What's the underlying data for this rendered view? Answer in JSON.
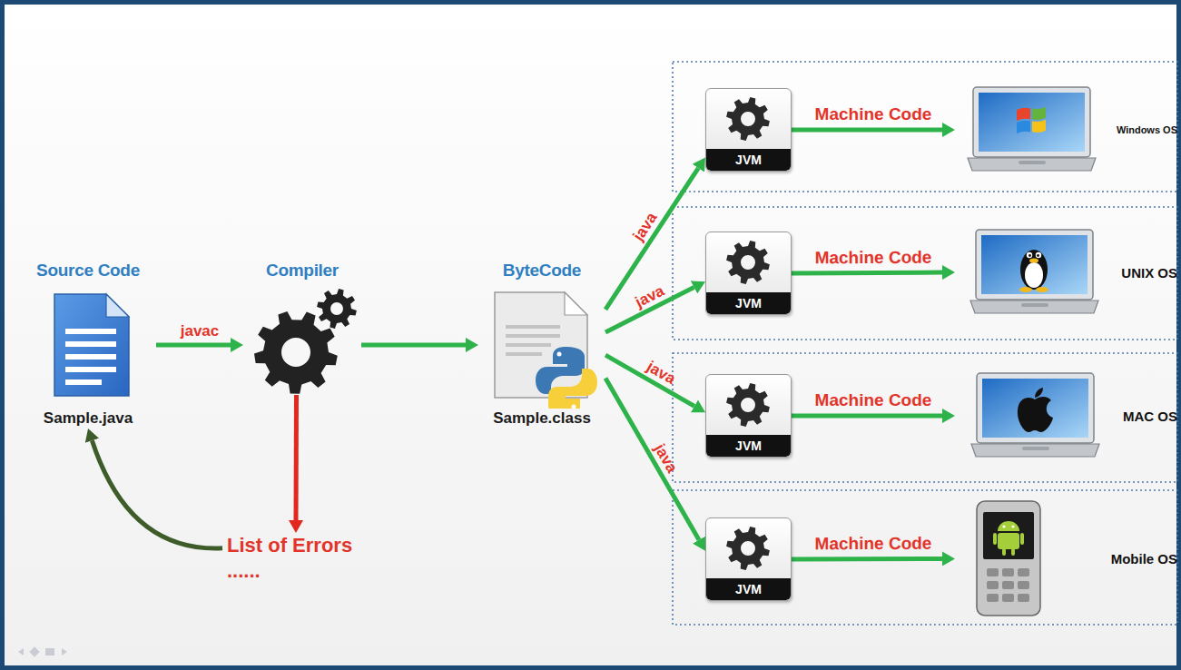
{
  "diagram": {
    "nodes": [
      {
        "text": [
          "Source Code",
          "Sample.java"
        ]
      },
      {
        "text": [
          "Compiler"
        ]
      },
      {
        "text": [
          "List of Errors",
          "......"
        ]
      },
      {
        "text": [
          "ByteCode",
          "Sample.class"
        ]
      },
      {
        "text": [
          "JVM"
        ]
      },
      {
        "text": [
          "Windows OS"
        ]
      },
      {
        "text": [
          "JVM"
        ]
      },
      {
        "text": [
          "UNIX OS"
        ]
      },
      {
        "text": [
          "JVM"
        ]
      },
      {
        "text": [
          "MAC OS"
        ]
      },
      {
        "text": [
          "JVM"
        ]
      },
      {
        "text": [
          "Mobile OS"
        ]
      }
    ],
    "edges": [
      {
        "from": 0,
        "to": 1,
        "label": "javac",
        "arrow": "to"
      },
      {
        "from": 1,
        "to": 2,
        "arrow": "to"
      },
      {
        "from": 2,
        "to": 0,
        "arrow": "to"
      },
      {
        "from": 1,
        "to": 3,
        "arrow": "to"
      },
      {
        "from": 3,
        "to": 4,
        "label": "java",
        "arrow": "to"
      },
      {
        "from": 3,
        "to": 6,
        "label": "java",
        "arrow": "to"
      },
      {
        "from": 3,
        "to": 8,
        "label": "java",
        "arrow": "to"
      },
      {
        "from": 3,
        "to": 10,
        "label": "java",
        "arrow": "to"
      },
      {
        "from": 4,
        "to": 5,
        "label": "Machine Code",
        "arrow": "to"
      },
      {
        "from": 6,
        "to": 7,
        "label": "Machine Code",
        "arrow": "to"
      },
      {
        "from": 8,
        "to": 9,
        "label": "Machine Code",
        "arrow": "to"
      },
      {
        "from": 10,
        "to": 11,
        "label": "Machine Code",
        "arrow": "to"
      }
    ]
  }
}
